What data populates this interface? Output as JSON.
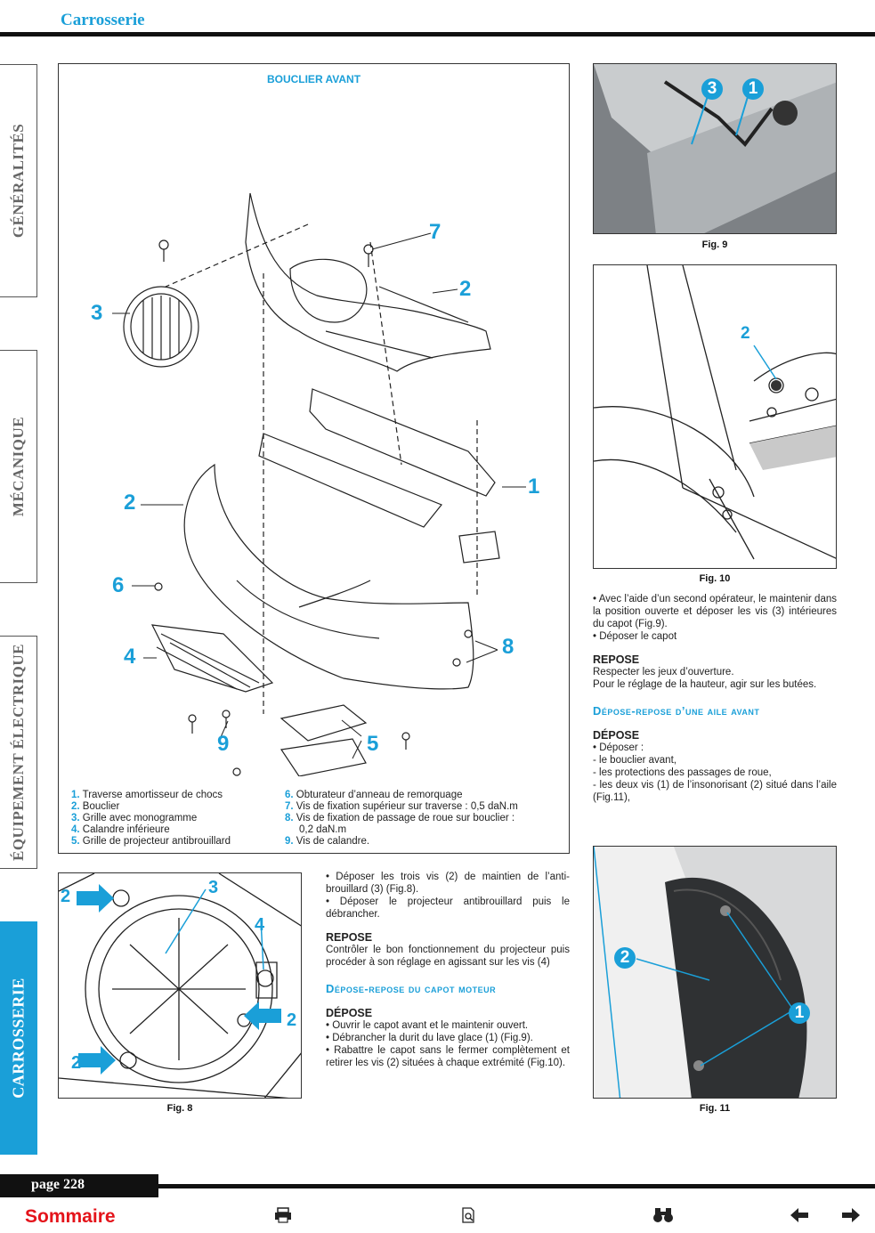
{
  "header": {
    "title": "Carrosserie"
  },
  "side_tabs": [
    {
      "label": "GÉNÉRALITÉS"
    },
    {
      "label": "MÉCANIQUE"
    },
    {
      "label": "ÉQUIPEMENT ÉLECTRIQUE"
    },
    {
      "label": "CARROSSERIE"
    }
  ],
  "main_figure": {
    "title": "BOUCLIER AVANT",
    "callouts": [
      "1",
      "2",
      "3",
      "7",
      "2",
      "6",
      "4",
      "8",
      "9",
      "5"
    ],
    "legend_left": [
      {
        "n": "1.",
        "text": "Traverse amortisseur de chocs"
      },
      {
        "n": "2.",
        "text": "Bouclier"
      },
      {
        "n": "3.",
        "text": "Grille avec monogramme"
      },
      {
        "n": "4.",
        "text": "Calandre inférieure"
      },
      {
        "n": "5.",
        "text": "Grille de projecteur antibrouillard"
      }
    ],
    "legend_right": [
      {
        "n": "6.",
        "text": "Obturateur d’anneau de remorquage"
      },
      {
        "n": "7.",
        "text": "Vis de fixation supérieur sur traverse : 0,5 daN.m"
      },
      {
        "n": "8.",
        "text": "Vis de fixation de passage de roue sur bouclier :"
      },
      {
        "n": "",
        "text": "0,2 daN.m"
      },
      {
        "n": "9.",
        "text": "Vis de calandre."
      }
    ]
  },
  "fig8": {
    "caption": "Fig. 8",
    "callouts": [
      "2",
      "3",
      "4",
      "2",
      "2"
    ]
  },
  "fig9": {
    "caption": "Fig. 9",
    "callouts": [
      "3",
      "1"
    ]
  },
  "fig10": {
    "caption": "Fig. 10",
    "callouts": [
      "2"
    ]
  },
  "fig11": {
    "caption": "Fig. 11",
    "callouts": [
      "2",
      "1"
    ]
  },
  "middle_text": {
    "p1": "• Déposer les trois vis (2) de maintien de l’anti-brouillard (3) (Fig.8).",
    "p2": "• Déposer le projecteur antibrouillard puis le débrancher.",
    "h_repose": "REPOSE",
    "p3": "Contrôler le bon fonctionnement du projecteur puis procéder à son réglage en agissant sur les vis (4)",
    "section": "Dépose-repose du capot moteur",
    "h_depose": "DÉPOSE",
    "d1": "• Ouvrir le capot avant et le maintenir ouvert.",
    "d2": "• Débrancher la durit du lave glace (1) (Fig.9).",
    "d3": "• Rabattre le capot sans le fermer complètement et retirer les vis (2) situées à chaque extrémité (Fig.10)."
  },
  "right_text": {
    "p1": "• Avec l’aide d’un second opérateur, le maintenir dans la position ouverte et déposer les vis (3) intérieures du capot (Fig.9).",
    "p2": "• Déposer le capot",
    "h_repose": "REPOSE",
    "r1": "Respecter les jeux d’ouverture.",
    "r2": "Pour le réglage de la hauteur, agir sur les butées.",
    "section": "Dépose-repose d’une aile avant",
    "h_depose": "DÉPOSE",
    "d0": "• Déposer :",
    "d1": "- le bouclier avant,",
    "d2": "- les protections des passages de roue,",
    "d3": "- les deux vis (1) de l’insonorisant (2) situé dans l’aile (Fig.11),"
  },
  "footer": {
    "page": "page 228",
    "sommaire": "Sommaire"
  },
  "icons": [
    "printer-icon",
    "search-page-icon",
    "binoculars-icon",
    "arrow-left-icon",
    "arrow-right-icon"
  ]
}
